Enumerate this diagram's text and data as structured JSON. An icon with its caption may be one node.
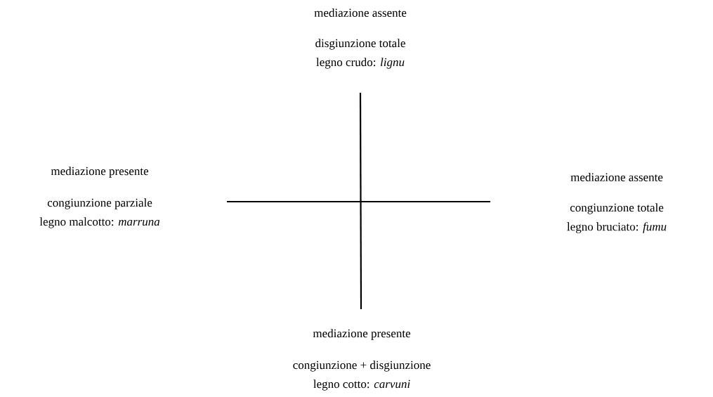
{
  "diagram": {
    "labels": [
      "mediazione assente",
      "disgiunzione totale",
      "legno crudo: *lignu*",
      "mediazione presente",
      "congiunzione parziale",
      "legno malcotto: *marruna*",
      "mediazione assente",
      "congiunzione totale",
      "legno bruciato: *fumu*",
      "mediazione presente",
      "congiunzione + disgiunzione",
      "legno cotto: *carvuni*"
    ]
  }
}
